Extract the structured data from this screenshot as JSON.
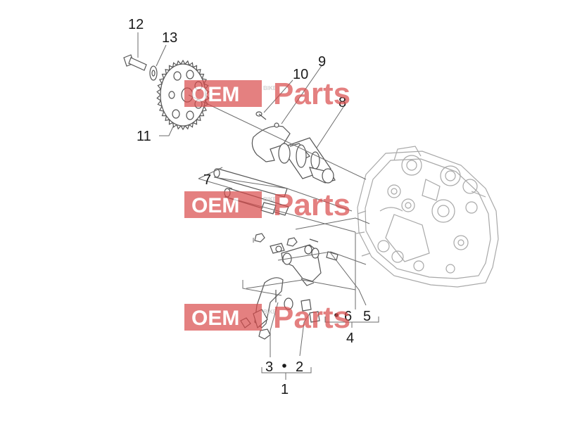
{
  "callouts": {
    "c1": "1",
    "c2": "2",
    "c3": "3",
    "c4": "4",
    "c5": "5",
    "c6": "6",
    "c7": "7",
    "c8": "8",
    "c9": "9",
    "c10": "10",
    "c11": "11",
    "c12": "12",
    "c13": "13"
  },
  "watermark": {
    "oem": "OEM",
    "bike": "BIKE",
    "parts": "Parts"
  },
  "colors": {
    "line": "#6b6b6b",
    "head": "#b0b0b0",
    "watermark_red": "#d94b4b",
    "watermark_gray": "#bdbdbd"
  }
}
